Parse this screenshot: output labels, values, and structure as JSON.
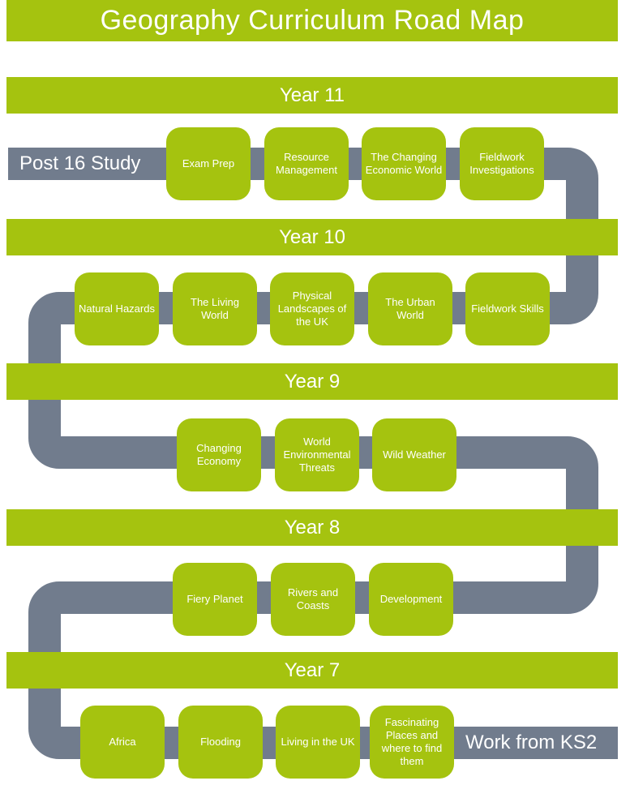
{
  "title": "Geography Curriculum Road Map",
  "colors": {
    "green": "#a5c30f",
    "road": "#717c8d",
    "text": "#ffffff"
  },
  "years": [
    "Year 11",
    "Year 10",
    "Year 9",
    "Year 8",
    "Year 7"
  ],
  "start_label": "Work from KS2",
  "end_label": "Post 16 Study",
  "year11": [
    "Exam Prep",
    "Resource Management",
    "The Changing Economic World",
    "Fieldwork Investigations"
  ],
  "year10": [
    "Natural Hazards",
    "The Living World",
    "Physical Landscapes of the UK",
    "The Urban World",
    "Fieldwork Skills"
  ],
  "year9": [
    "Changing Economy",
    "World Environmental Threats",
    "Wild Weather"
  ],
  "year8": [
    "Fiery Planet",
    "Rivers and Coasts",
    "Development"
  ],
  "year7": [
    "Africa",
    "Flooding",
    "Living in the UK",
    "Fascinating Places and where to find them"
  ]
}
